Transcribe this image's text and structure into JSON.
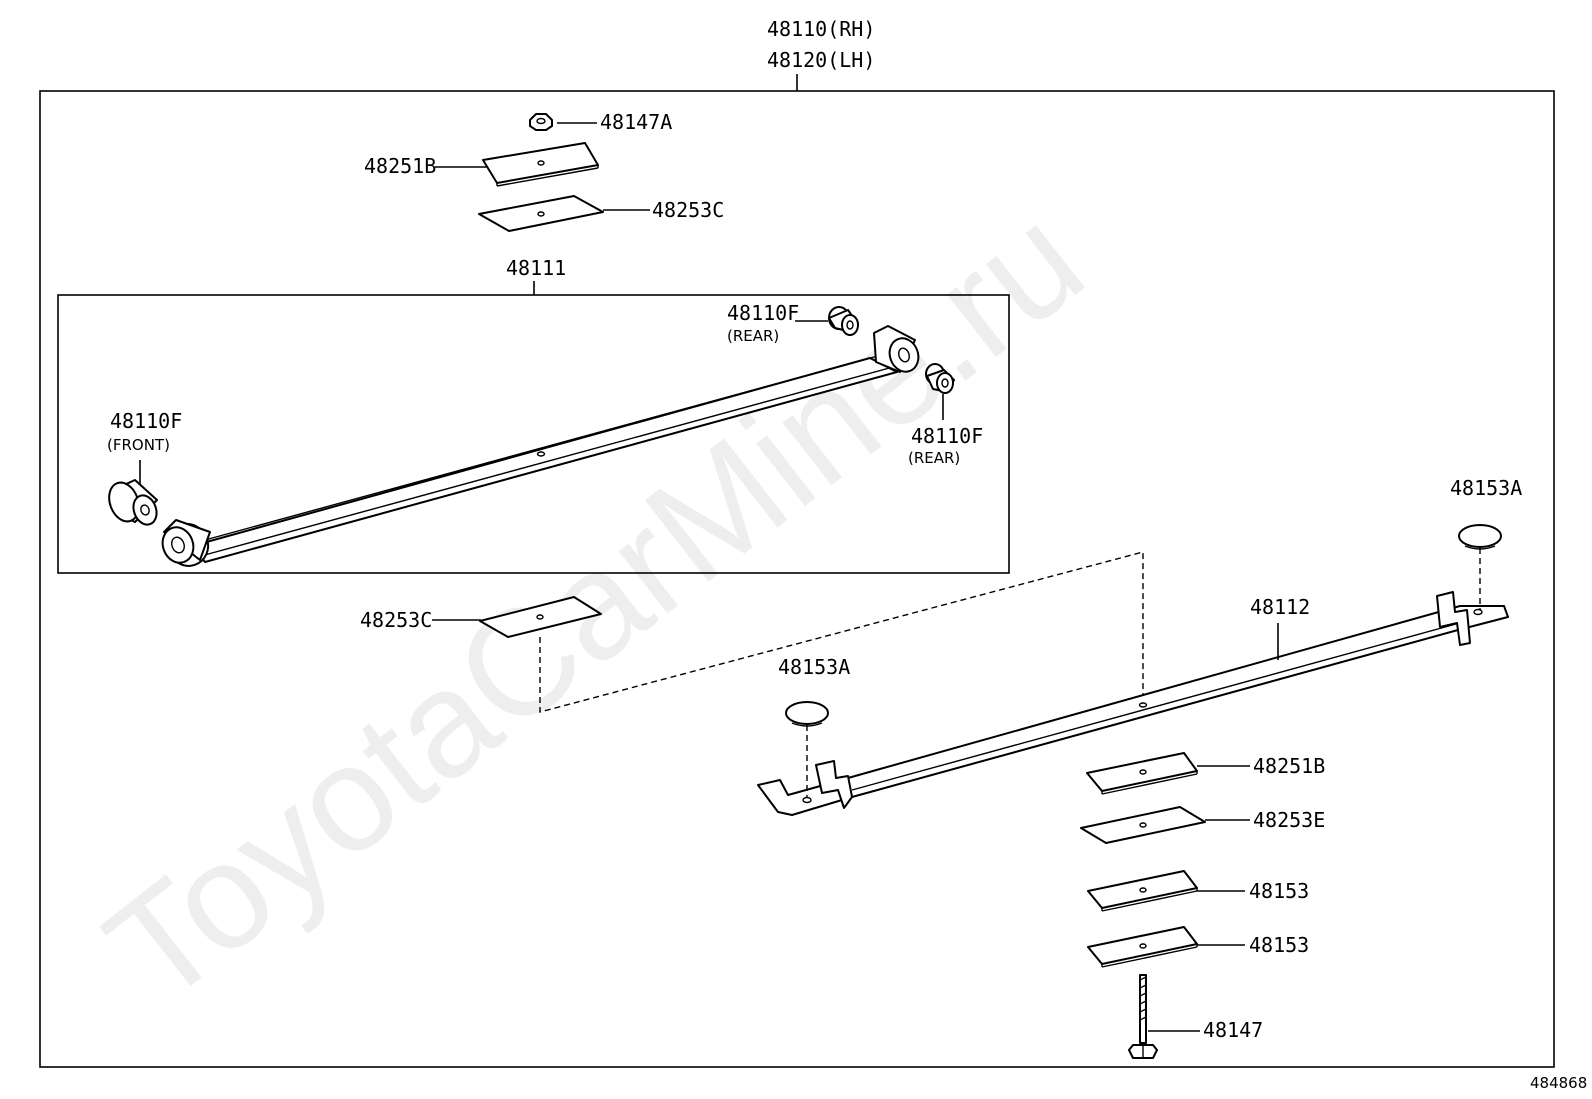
{
  "watermark": "ToyotaCarMine.ru",
  "diagram_id": "484868",
  "parts": {
    "top_rh": "48110(RH)",
    "top_lh": "48120(LH)",
    "p48147A": "48147A",
    "p48251B_top": "48251B",
    "p48253C_top": "48253C",
    "p48111": "48111",
    "p48110F_rear1": "48110F",
    "rear1_note": "(REAR)",
    "p48110F_front": "48110F",
    "front_note": "(FRONT)",
    "p48110F_rear2": "48110F",
    "rear2_note": "(REAR)",
    "p48153A_right": "48153A",
    "p48112": "48112",
    "p48253C_mid": "48253C",
    "p48153A_left": "48153A",
    "p48251B_bottom": "48251B",
    "p48253E": "48253E",
    "p48153_a": "48153",
    "p48153_b": "48153",
    "p48147": "48147"
  }
}
